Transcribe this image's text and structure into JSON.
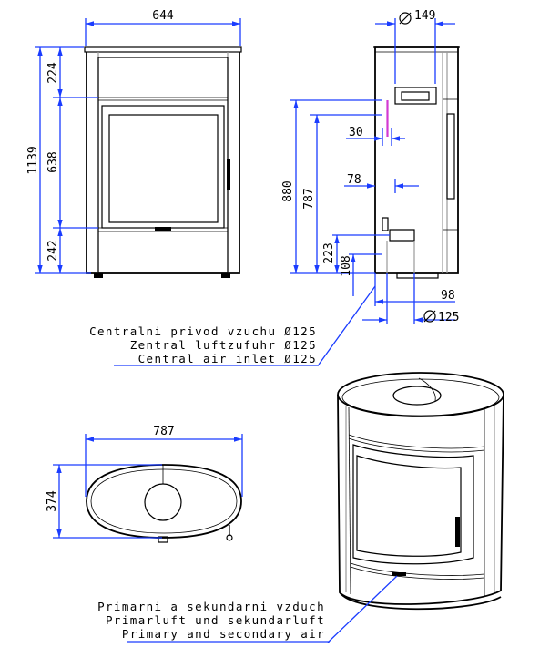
{
  "front_view": {
    "width": "644",
    "height_total": "1139",
    "height_top": "224",
    "height_window": "638",
    "height_bottom": "242"
  },
  "side_view": {
    "flue_diameter": "149",
    "height_880": "880",
    "height_787": "787",
    "dim_30": "30",
    "dim_78": "78",
    "dim_223": "223",
    "dim_108": "108",
    "dim_98": "98",
    "inlet_diameter": "125"
  },
  "central_air_labels": [
    "Centralni privod vzuchu Ø125",
    "Zentral luftzufuhr Ø125",
    "Central air inlet Ø125"
  ],
  "top_view": {
    "width": "787",
    "depth": "374"
  },
  "primary_air_labels": [
    "Primarni a sekundarni vzduch",
    "Primarluft und sekundarluft",
    "Primary and secondary air"
  ],
  "colors": {
    "dimension_lines": "#1a3cff",
    "outline": "#000000",
    "body_shading": "#9a9a9a",
    "accent": "#d23ad2"
  }
}
